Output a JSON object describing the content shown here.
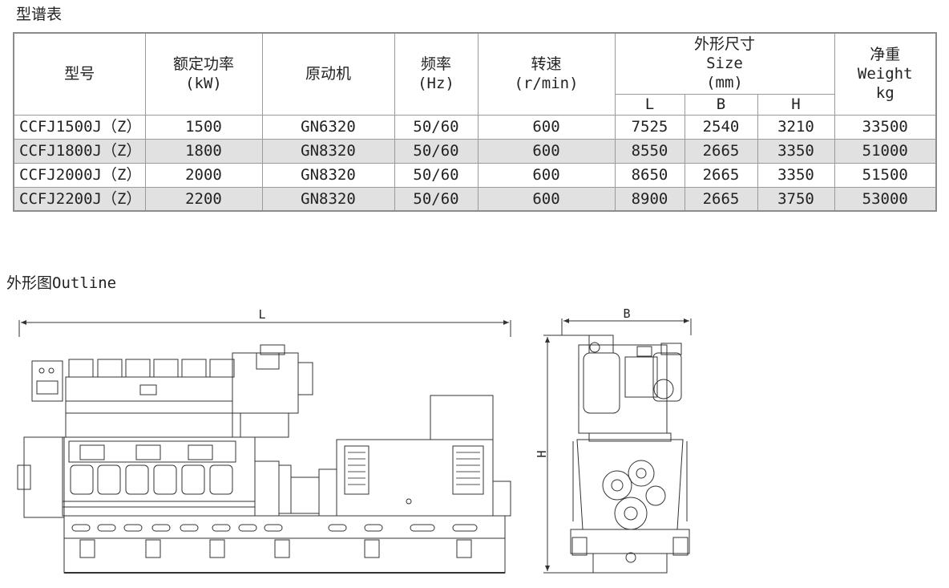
{
  "table_title": "型谱表",
  "outline_title": "外形图Outline",
  "headers": {
    "model": "型号",
    "power": [
      "额定功率",
      "(kW)"
    ],
    "engine": "原动机",
    "frequency": [
      "频率",
      "(Hz)"
    ],
    "speed": [
      "转速",
      "(r/min)"
    ],
    "size": [
      "外形尺寸",
      "Size",
      "(mm)"
    ],
    "size_sub": [
      "L",
      "B",
      "H"
    ],
    "weight": [
      "净重",
      "Weight",
      "kg"
    ]
  },
  "rows": [
    {
      "model": "CCFJ1500J（Z）",
      "power": "1500",
      "engine": "GN6320",
      "freq": "50/60",
      "speed": "600",
      "L": "7525",
      "B": "2540",
      "H": "3210",
      "weight": "33500"
    },
    {
      "model": "CCFJ1800J（Z）",
      "power": "1800",
      "engine": "GN8320",
      "freq": "50/60",
      "speed": "600",
      "L": "8550",
      "B": "2665",
      "H": "3350",
      "weight": "51000"
    },
    {
      "model": "CCFJ2000J（Z）",
      "power": "2000",
      "engine": "GN8320",
      "freq": "50/60",
      "speed": "600",
      "L": "8650",
      "B": "2665",
      "H": "3350",
      "weight": "51500"
    },
    {
      "model": "CCFJ2200J（Z）",
      "power": "2200",
      "engine": "GN8320",
      "freq": "50/60",
      "speed": "600",
      "L": "8900",
      "B": "2665",
      "H": "3750",
      "weight": "53000"
    }
  ],
  "drawing": {
    "label_L": "L",
    "label_B": "B",
    "label_H": "H"
  }
}
